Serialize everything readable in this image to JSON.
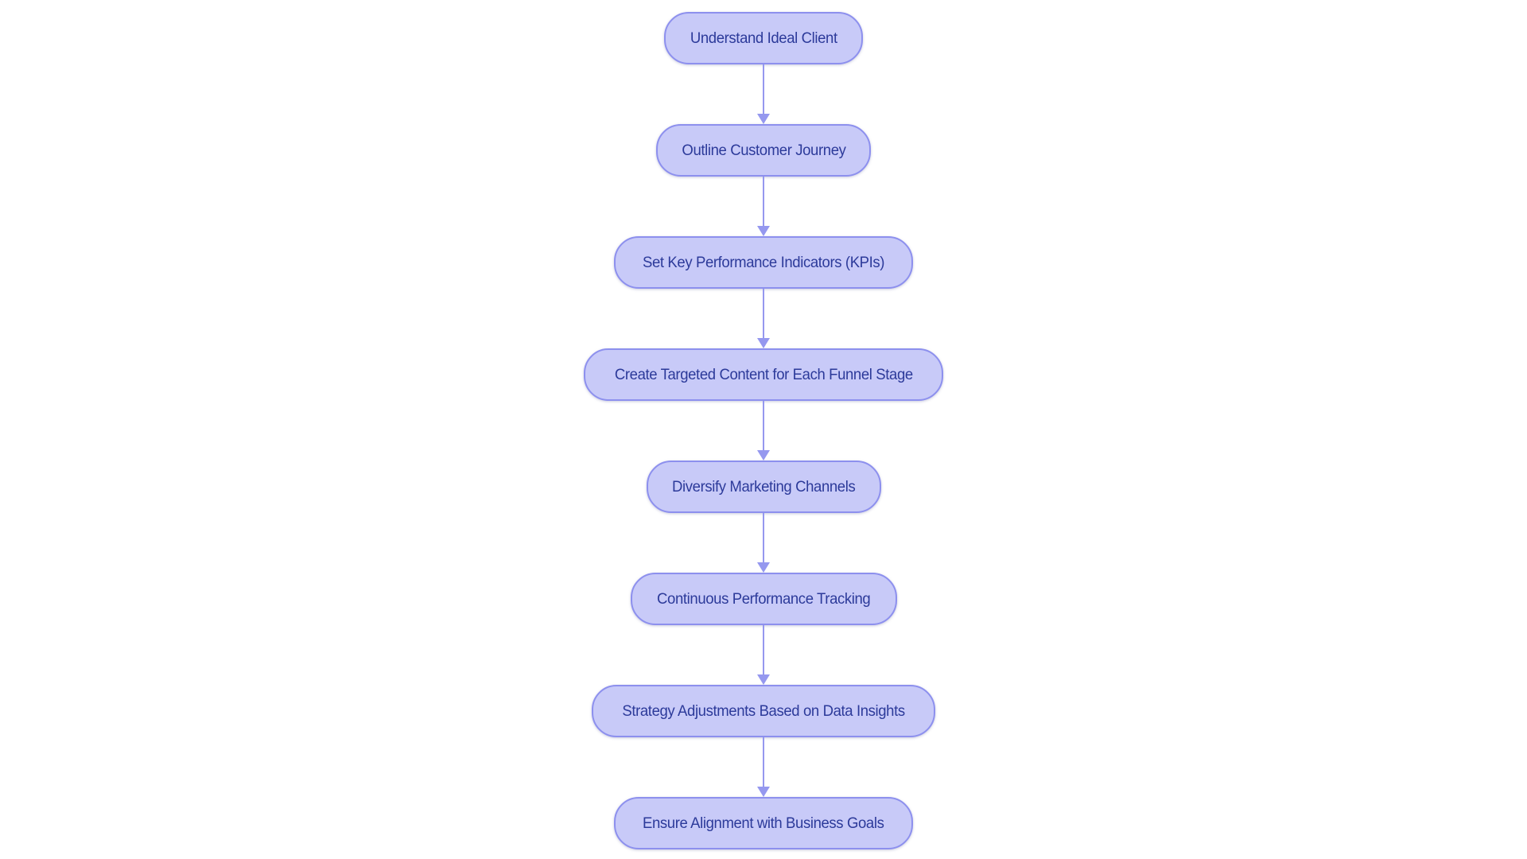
{
  "page": {
    "background": "#ffffff"
  },
  "flowchart": {
    "type": "flowchart",
    "direction": "top-down",
    "colors": {
      "node_fill": "#c8caf8",
      "node_border": "#8d90ee",
      "node_text": "#2c3a9a",
      "arrow": "#9598ef"
    },
    "nodes": [
      {
        "label": "Understand Ideal Client"
      },
      {
        "label": "Outline Customer Journey"
      },
      {
        "label": "Set Key Performance Indicators (KPIs)"
      },
      {
        "label": "Create Targeted Content for Each Funnel Stage"
      },
      {
        "label": "Diversify Marketing Channels"
      },
      {
        "label": "Continuous Performance Tracking"
      },
      {
        "label": "Strategy Adjustments Based on Data Insights"
      },
      {
        "label": "Ensure Alignment with Business Goals"
      }
    ],
    "connections": [
      [
        0,
        1
      ],
      [
        1,
        2
      ],
      [
        2,
        3
      ],
      [
        3,
        4
      ],
      [
        4,
        5
      ],
      [
        5,
        6
      ],
      [
        6,
        7
      ]
    ]
  }
}
